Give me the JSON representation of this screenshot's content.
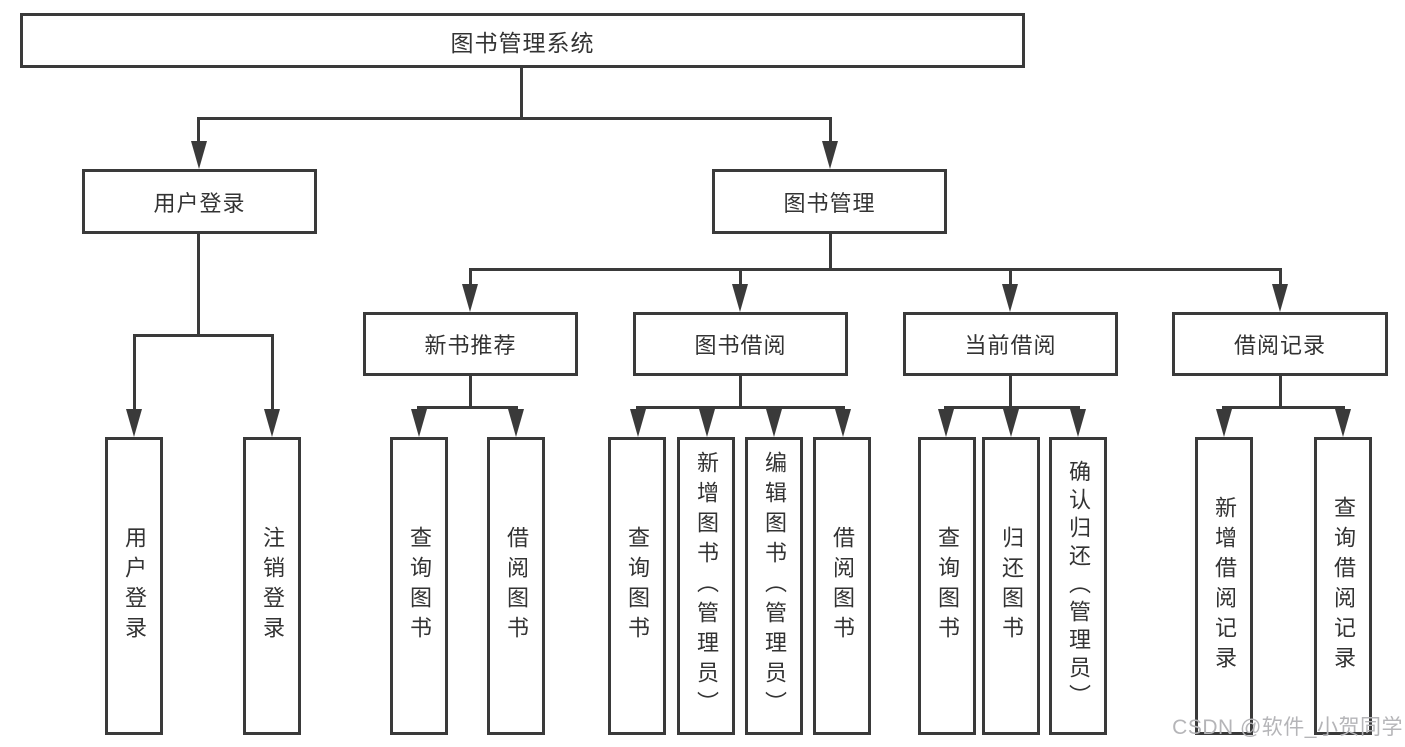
{
  "diagram": {
    "root": {
      "label": "图书管理系统"
    },
    "branches": [
      {
        "label": "用户登录",
        "children": [
          {
            "label": "用户登录"
          },
          {
            "label": "注销登录"
          }
        ]
      },
      {
        "label": "图书管理",
        "children": [
          {
            "label": "新书推荐",
            "children": [
              {
                "label": "查询图书"
              },
              {
                "label": "借阅图书"
              }
            ]
          },
          {
            "label": "图书借阅",
            "children": [
              {
                "label": "查询图书"
              },
              {
                "label": "新增图书（管理员）"
              },
              {
                "label": "编辑图书（管理员）"
              },
              {
                "label": "借阅图书"
              }
            ]
          },
          {
            "label": "当前借阅",
            "children": [
              {
                "label": "查询图书"
              },
              {
                "label": "归还图书"
              },
              {
                "label": "确认归还（管理员）"
              }
            ]
          },
          {
            "label": "借阅记录",
            "children": [
              {
                "label": "新增借阅记录"
              },
              {
                "label": "查询借阅记录"
              }
            ]
          }
        ]
      }
    ]
  },
  "watermark": {
    "text": "CSDN @软件_小贺同学"
  },
  "colors": {
    "line": "#3a3a3a",
    "text": "#333333",
    "watermark": "#b5b5b8",
    "background": "#ffffff"
  }
}
